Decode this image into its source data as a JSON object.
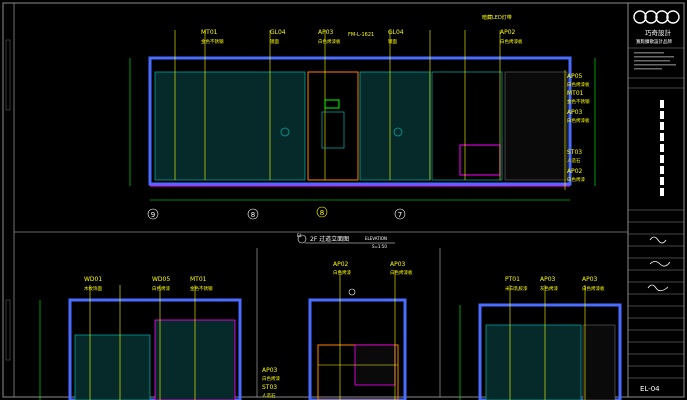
{
  "title_block": {
    "logo_letters": "QQCO",
    "company_cn": "巧奇設計",
    "company_sub": "寬鬆擴散設計品牌",
    "sheet_no": "EL-04"
  },
  "main_elevation": {
    "title": "2F 过道立面图",
    "title_prefix": "EL",
    "subtitle": "ELEVATION",
    "scale": "S=1:50",
    "top_note": "暗藏LED灯带",
    "grid_labels": [
      "9",
      "8",
      "8",
      "7"
    ],
    "callouts": [
      {
        "code": "MT01",
        "text": "金色不锈钢"
      },
      {
        "code": "GL04",
        "text": "镜面"
      },
      {
        "code": "AP03",
        "text": "白色烤漆板"
      },
      {
        "code": "FM-L-1621",
        "text": ""
      },
      {
        "code": "GL04",
        "text": "镜面"
      },
      {
        "code": "AP02",
        "text": "白色烤漆板"
      }
    ],
    "right_callouts": [
      {
        "code": "AP05",
        "text": "白色烤漆板"
      },
      {
        "code": "MT01",
        "text": "金色不锈钢"
      },
      {
        "code": "AP03",
        "text": "白色烤漆板"
      },
      {
        "code": "ST03",
        "text": "人造石"
      },
      {
        "code": "AP02",
        "text": "白色烤漆"
      }
    ]
  },
  "bottom_left": {
    "callouts": [
      {
        "code": "WD01",
        "text": "木纹饰面"
      },
      {
        "code": "WD05",
        "text": "白色烤漆"
      },
      {
        "code": "MT01",
        "text": "金色不锈钢"
      }
    ]
  },
  "bottom_mid": {
    "callouts": [
      {
        "code": "AP02",
        "text": "白色烤漆"
      },
      {
        "code": "AP03",
        "text": "白色烤漆板"
      }
    ],
    "left_callouts": [
      {
        "code": "AP03",
        "text": "白色烤漆"
      },
      {
        "code": "ST03",
        "text": "人造石"
      }
    ]
  },
  "bottom_right": {
    "callouts": [
      {
        "code": "PT01",
        "text": "米白乳胶漆"
      },
      {
        "code": "AP03",
        "text": "灰色烤漆"
      },
      {
        "code": "AP03",
        "text": "白色烤漆板"
      }
    ]
  },
  "colors": {
    "background": "#000000",
    "frame": "#4a6cff",
    "panel": "#00a0a0",
    "accent_yellow": "#ffff00",
    "accent_magenta": "#ff00ff",
    "accent_orange": "#ff8000",
    "accent_green": "#00ff00",
    "dim": "#8c8c8c"
  }
}
